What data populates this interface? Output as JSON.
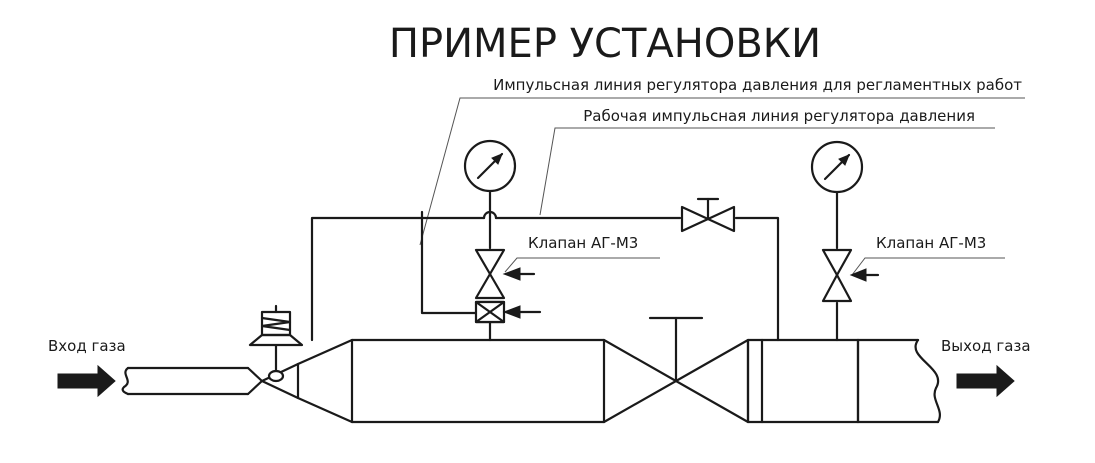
{
  "title": "ПРИМЕР УСТАНОВКИ",
  "labels": {
    "impulse_line_maintenance": "Импульсная линия регулятора давления для регламентных работ",
    "working_impulse_line": "Рабочая импульсная линия регулятора давления",
    "valve_left": "Клапан АГ-М3",
    "valve_right": "Клапан АГ-М3",
    "gas_inlet": "Вход газа",
    "gas_outlet": "Выход газа"
  }
}
